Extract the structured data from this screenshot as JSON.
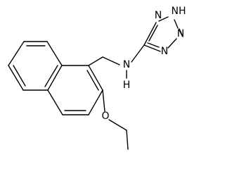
{
  "diagram": {
    "type": "chemical-structure",
    "atoms": {
      "nh_top": "NH",
      "n_1": "N",
      "n_2": "N",
      "n_3": "N",
      "amine_n": "N",
      "amine_h": "H",
      "ether_o": "O"
    },
    "colors": {
      "bond": "#000000",
      "background": "#ffffff"
    }
  }
}
